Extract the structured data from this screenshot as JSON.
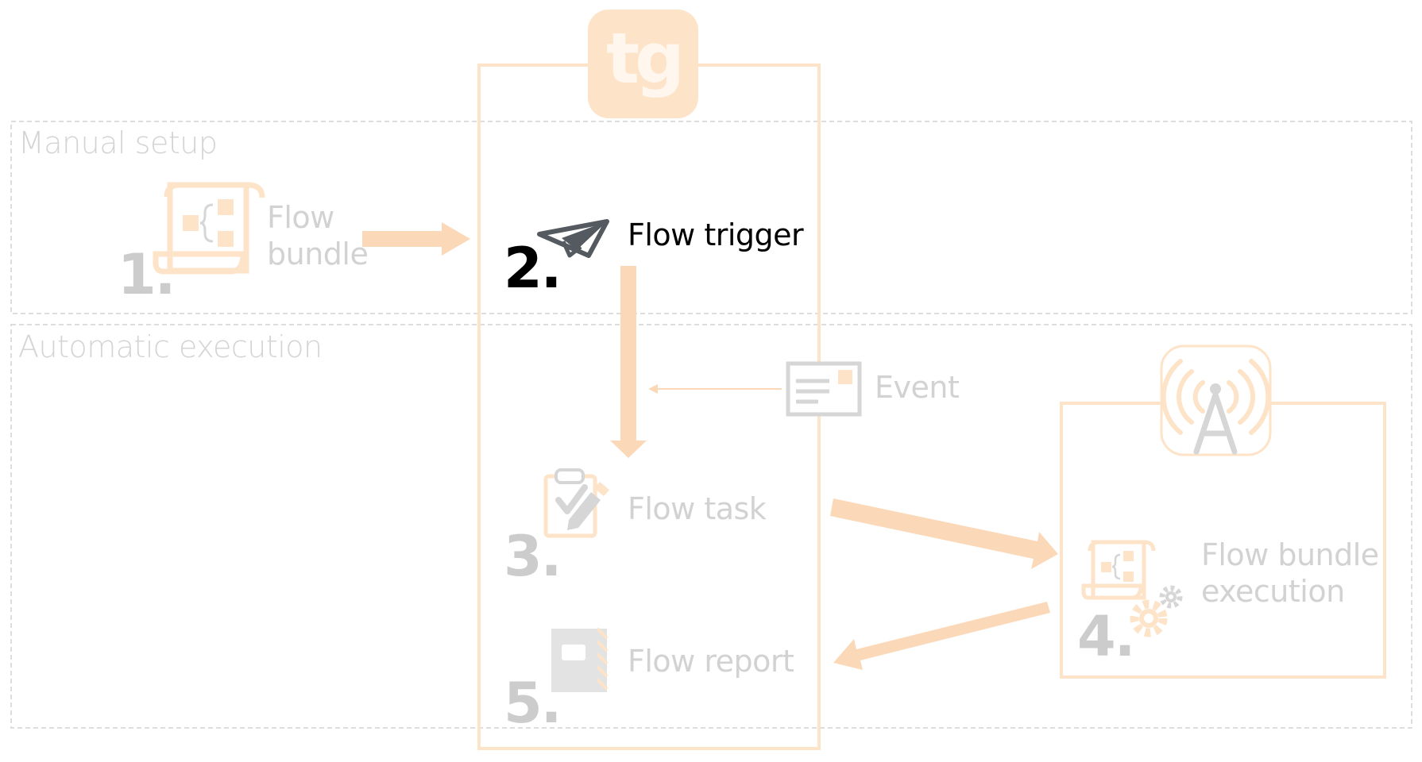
{
  "lanes": {
    "manual": "Manual setup",
    "automatic": "Automatic execution"
  },
  "logo": {
    "text": "tg"
  },
  "nodes": {
    "flow_bundle": {
      "number": "1.",
      "label": "Flow\nbundle"
    },
    "flow_trigger": {
      "number": "2.",
      "label": "Flow trigger"
    },
    "flow_task": {
      "number": "3.",
      "label": "Flow task"
    },
    "flow_bundle_execution": {
      "number": "4.",
      "label": "Flow bundle\nexecution"
    },
    "flow_report": {
      "number": "5.",
      "label": "Flow report"
    },
    "event": {
      "label": "Event"
    }
  },
  "colors": {
    "accent": "#fde3c8",
    "arrow": "#fbd9b8",
    "muted": "#cccccc",
    "active": "#000000"
  },
  "icons": [
    "scroll-icon",
    "paper-plane-icon",
    "clipboard-icon",
    "notebook-icon",
    "event-card-icon",
    "antenna-icon",
    "gear-icon"
  ]
}
